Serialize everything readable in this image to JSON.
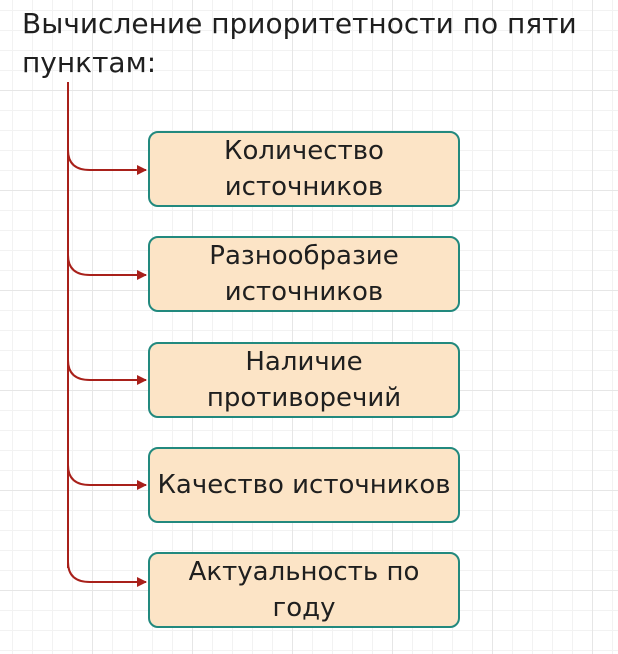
{
  "title": "Вычисление приоритетности по пяти пунктам:",
  "items": [
    {
      "label": "Количество источников"
    },
    {
      "label": "Разнообразие источников"
    },
    {
      "label": "Наличие противоречий"
    },
    {
      "label": "Качество источников"
    },
    {
      "label": "Актуальность по году"
    }
  ],
  "colors": {
    "connector": "#a8201a",
    "box_fill": "#fce4c6",
    "box_border": "#22897e",
    "text": "#1f1f1f"
  }
}
